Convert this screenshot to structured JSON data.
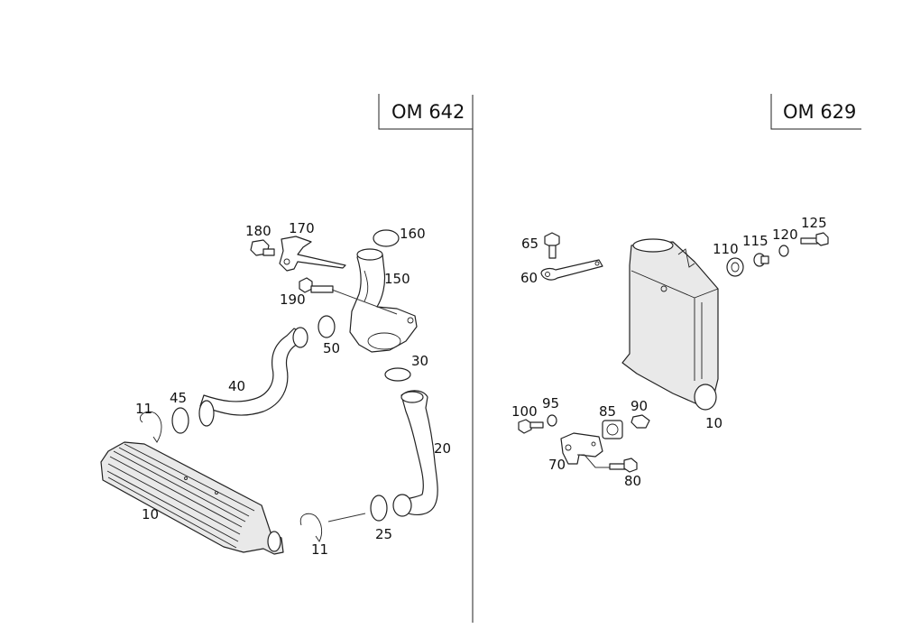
{
  "sections": {
    "left_title": "OM 642",
    "right_title": "OM 629"
  },
  "callouts": {
    "l10": "10",
    "l11a": "11",
    "l11b": "11",
    "l20": "20",
    "l25": "25",
    "l30": "30",
    "l40": "40",
    "l45": "45",
    "l50": "50",
    "l150": "150",
    "l160": "160",
    "l170": "170",
    "l180": "180",
    "l190": "190",
    "r10": "10",
    "r60": "60",
    "r65": "65",
    "r70": "70",
    "r80": "80",
    "r85": "85",
    "r90": "90",
    "r95": "95",
    "r100": "100",
    "r110": "110",
    "r115": "115",
    "r120": "120",
    "r125": "125"
  }
}
